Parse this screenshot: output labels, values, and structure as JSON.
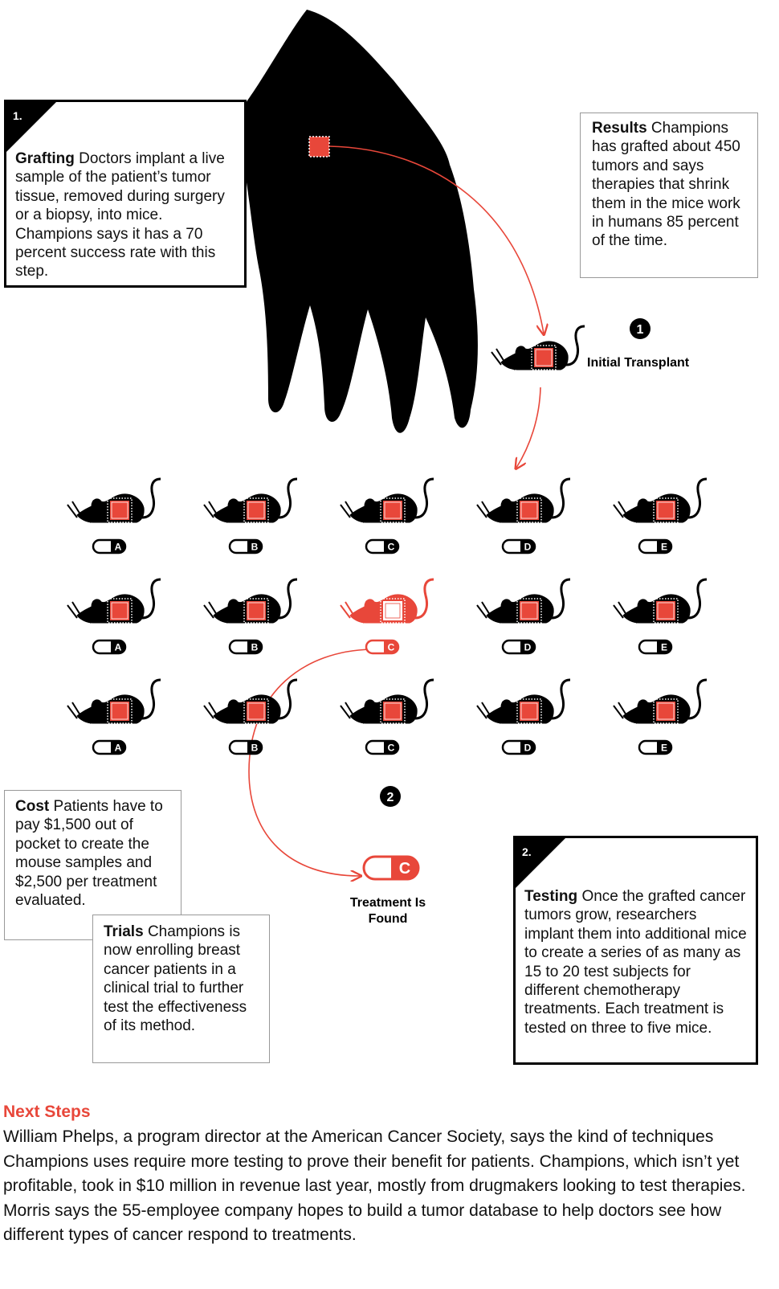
{
  "colors": {
    "accent": "#e8473a",
    "ink": "#000000"
  },
  "grafting": {
    "number": "1.",
    "title": "Grafting",
    "body": "Doctors implant a live sample of the patient’s tumor tissue, removed during surgery or a biopsy, into mice. Champions says it has a 70 percent success rate with this step."
  },
  "results": {
    "title": "Results",
    "body": "Champions has grafted about 450 tumors and says therapies that shrink them in the mice work in humans 85 percent of the time."
  },
  "step1": {
    "number": "1",
    "label": "Initial Transplant"
  },
  "step2": {
    "number": "2",
    "label_line1": "Treatment Is",
    "label_line2": "Found"
  },
  "mouse_letters": [
    "A",
    "B",
    "C",
    "D",
    "E"
  ],
  "found_letter": "C",
  "cost": {
    "title": "Cost",
    "body": "Patients have to pay $1,500 out of pocket to create the mouse samples and $2,500 per treatment evaluated."
  },
  "trials": {
    "title": "Trials",
    "body": "Champions is now enrolling breast cancer patients in a clinical trial to further test the effectiveness of its method."
  },
  "testing": {
    "number": "2.",
    "title": "Testing",
    "body": "Once the grafted cancer tumors grow, researchers implant them into additional mice to create a series of as many as 15 to 20 test subjects for different chemotherapy treatments. Each treatment is tested on three to five mice."
  },
  "next_steps": {
    "title": "Next Steps",
    "body": "William Phelps, a program director at the American Cancer Society, says the kind of techniques Champions uses require more testing to prove their benefit for patients. Champions, which isn’t yet profitable, took in $10 million in revenue last year, mostly from drugmakers looking to test therapies. Morris says the 55-employee company hopes to build a tumor database to help doctors see how different types of cancer respond to treatments."
  }
}
